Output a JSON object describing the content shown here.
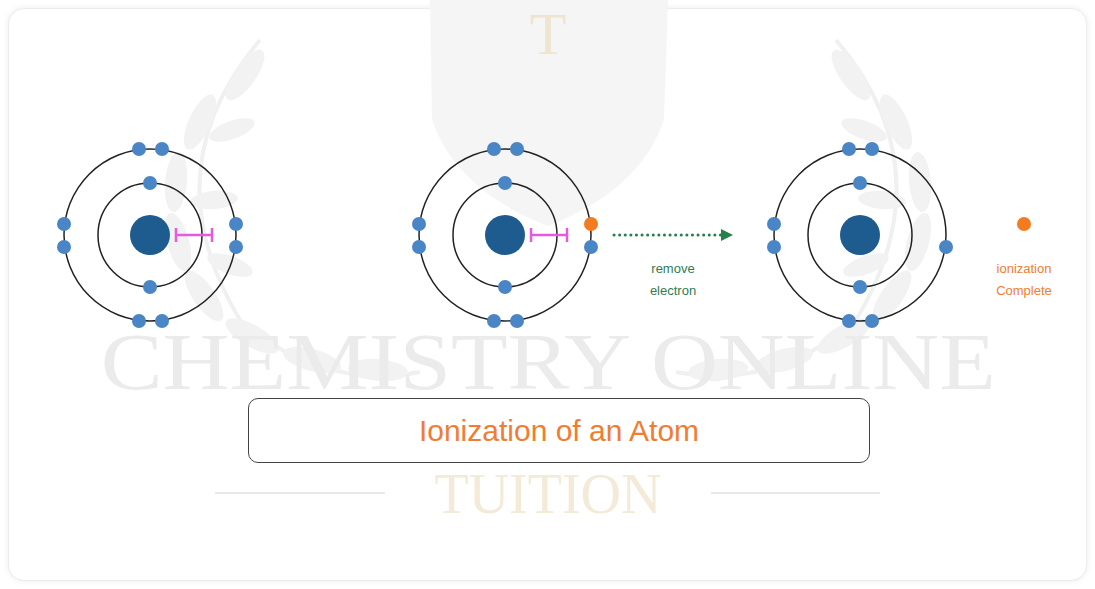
{
  "diagram": {
    "title": "Ionization of an Atom",
    "labels": [
      "T",
      "remove electron",
      "ionization Complete",
      "CHEMISTRY ONLINE",
      "TUITION"
    ]
  }
}
